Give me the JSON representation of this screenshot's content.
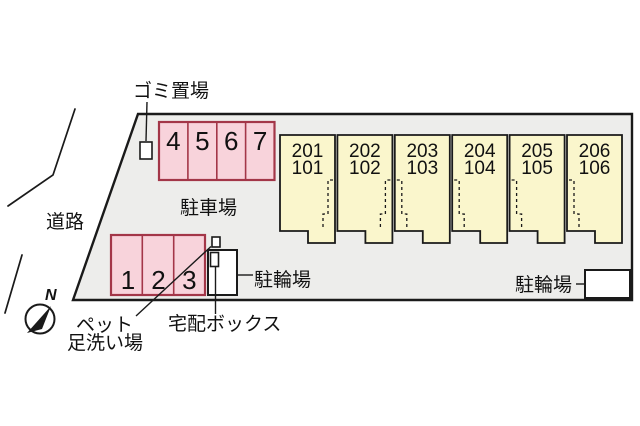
{
  "diagram": "apartment-site-plan",
  "colors": {
    "line": "#1a1a1a",
    "property_fill": "#EDEDEB",
    "unit_fill": "#FAF6CC",
    "parking_fill": "#F8D3DB",
    "parking_border": "#A33648",
    "paper": "#ffffff",
    "ink": "#111111"
  },
  "labels": {
    "garbage": "ゴミ置場",
    "road": "道路",
    "parking_lot": "駐車場",
    "pet_wash_line1": "ペット",
    "pet_wash_line2": "足洗い場",
    "delivery_box": "宅配ボックス",
    "bicycle_left": "駐輪場",
    "bicycle_right": "駐輪場",
    "compass_north": "N"
  },
  "parking": {
    "top_spaces": [
      "4",
      "5",
      "6",
      "7"
    ],
    "bottom_spaces": [
      "1",
      "2",
      "3"
    ]
  },
  "building": {
    "units": [
      {
        "upper": "201",
        "lower": "101"
      },
      {
        "upper": "202",
        "lower": "102"
      },
      {
        "upper": "203",
        "lower": "103"
      },
      {
        "upper": "204",
        "lower": "104"
      },
      {
        "upper": "205",
        "lower": "105"
      },
      {
        "upper": "206",
        "lower": "106"
      }
    ]
  }
}
